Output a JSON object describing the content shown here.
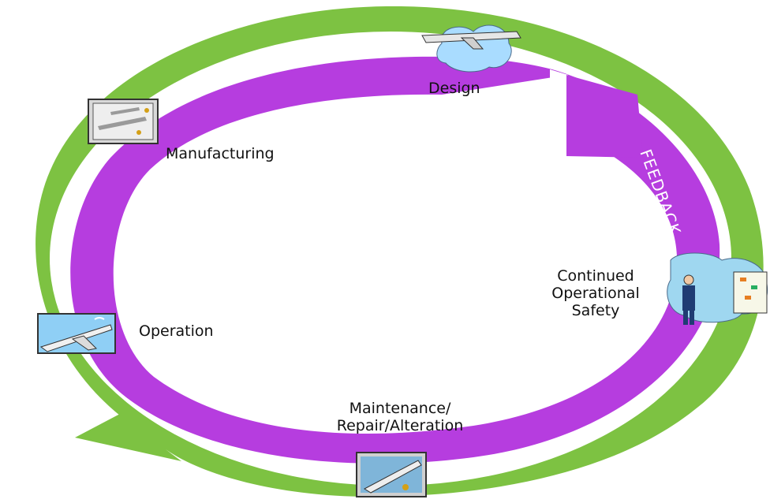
{
  "diagram": {
    "colors": {
      "outer_arrow": "#7dc242",
      "inner_arrow": "#b63ddf",
      "feedback_text": "#ffffff",
      "label_text": "#111111"
    },
    "stages": {
      "design": {
        "label": "Design",
        "icon": "airplane-in-cloud-icon"
      },
      "manufacturing": {
        "label": "Manufacturing",
        "icon": "aircraft-assembly-icon"
      },
      "operation": {
        "label": "Operation",
        "icon": "airplane-takeoff-icon"
      },
      "maintenance": {
        "label": "Maintenance/\nRepair/Alteration",
        "icon": "aircraft-maintenance-icon"
      },
      "continued_safety": {
        "label": "Continued\nOperational\nSafety",
        "icon": "presenter-with-chart-icon"
      }
    },
    "feedback_label": "FEEDBACK"
  }
}
